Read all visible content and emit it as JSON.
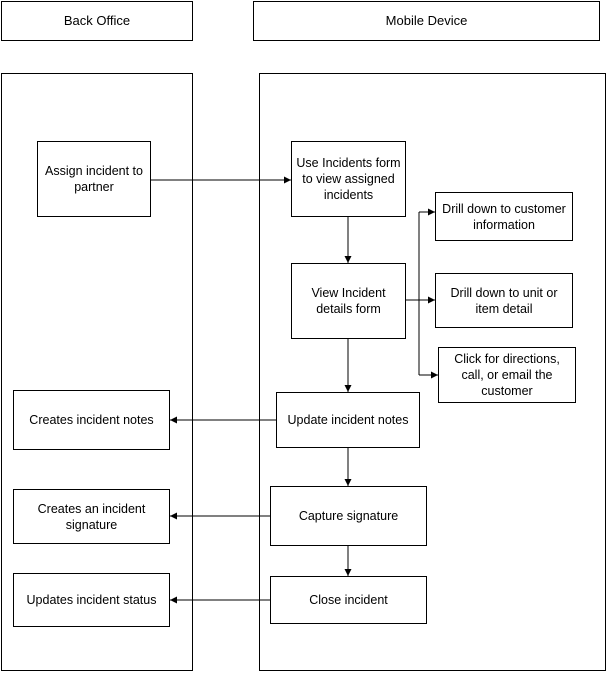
{
  "lanes": {
    "back_office": {
      "header": "Back Office"
    },
    "mobile_device": {
      "header": "Mobile Device"
    }
  },
  "nodes": {
    "assign_incident": "Assign incident to partner",
    "use_incidents_form": "Use Incidents form to view assigned incidents",
    "drill_customer": "Drill down to customer information",
    "view_incident_details": "View Incident details form",
    "drill_unit": "Drill down to unit or item detail",
    "click_directions": "Click for directions, call, or email the customer",
    "update_notes": "Update incident notes",
    "creates_notes": "Creates incident notes",
    "capture_signature": "Capture signature",
    "creates_signature": "Creates an incident signature",
    "close_incident": "Close incident",
    "updates_status": "Updates incident status"
  },
  "colors": {
    "stroke": "#000000",
    "fill": "#ffffff"
  }
}
